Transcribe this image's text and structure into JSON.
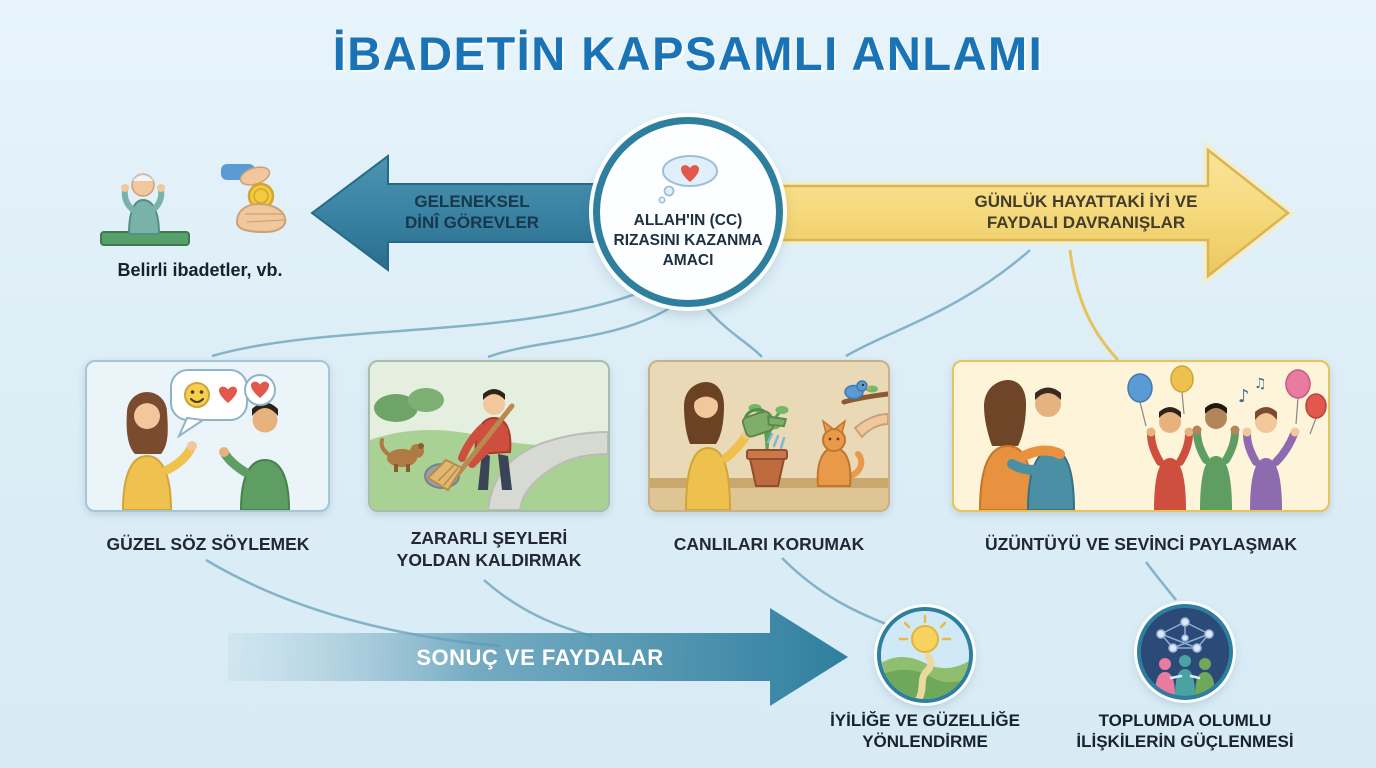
{
  "title": "İBADETİN KAPSAMLI ANLAMI",
  "colors": {
    "background": "#dcedf6",
    "title_blue": "#1a73b5",
    "teal_arrow": "#3a83a4",
    "gold_arrow": "#f5d97c",
    "results_teal": "#2e7f9e",
    "caption_dark": "#232733",
    "heart_red": "#e2584d"
  },
  "hub": {
    "label": "ALLAH'IN (CC)\nRIZASINI KAZANMA\nAMACI",
    "icon": "heart-thought-bubble-icon"
  },
  "branches": {
    "left": {
      "label": "GELENEKSEL\nDİNÎ GÖREVLER",
      "example_caption": "Belirli ibadetler, vb.",
      "icons": [
        "praying-person-icon",
        "charity-hand-coin-icon"
      ]
    },
    "right": {
      "label": "GÜNLÜK HAYATTAKİ İYİ VE\nFAYDALI DAVRANIŞLAR"
    }
  },
  "cards": [
    {
      "caption": "GÜZEL SÖZ SÖYLEMEK",
      "icon": "people-talking-illustration"
    },
    {
      "caption": "ZARARLI ŞEYLERİ\nYOLDAN KALDIRMAK",
      "icon": "sweeping-path-illustration"
    },
    {
      "caption": "CANLILARI KORUMAK",
      "icon": "caring-for-living-things-illustration"
    },
    {
      "caption": "ÜZÜNTÜYÜ VE SEVİNCİ PAYLAŞMAK",
      "icon": "hug-and-celebration-illustration"
    }
  ],
  "results_arrow": {
    "label": "SONUÇ VE FAYDALAR"
  },
  "outcomes": [
    {
      "caption": "İYİLİĞE VE GÜZELLİĞE\nYÖNLENDİRME",
      "icon": "sun-over-path-icon"
    },
    {
      "caption": "TOPLUMDA OLUMLU\nİLİŞKİLERİN GÜÇLENMESİ",
      "icon": "people-network-icon"
    }
  ]
}
